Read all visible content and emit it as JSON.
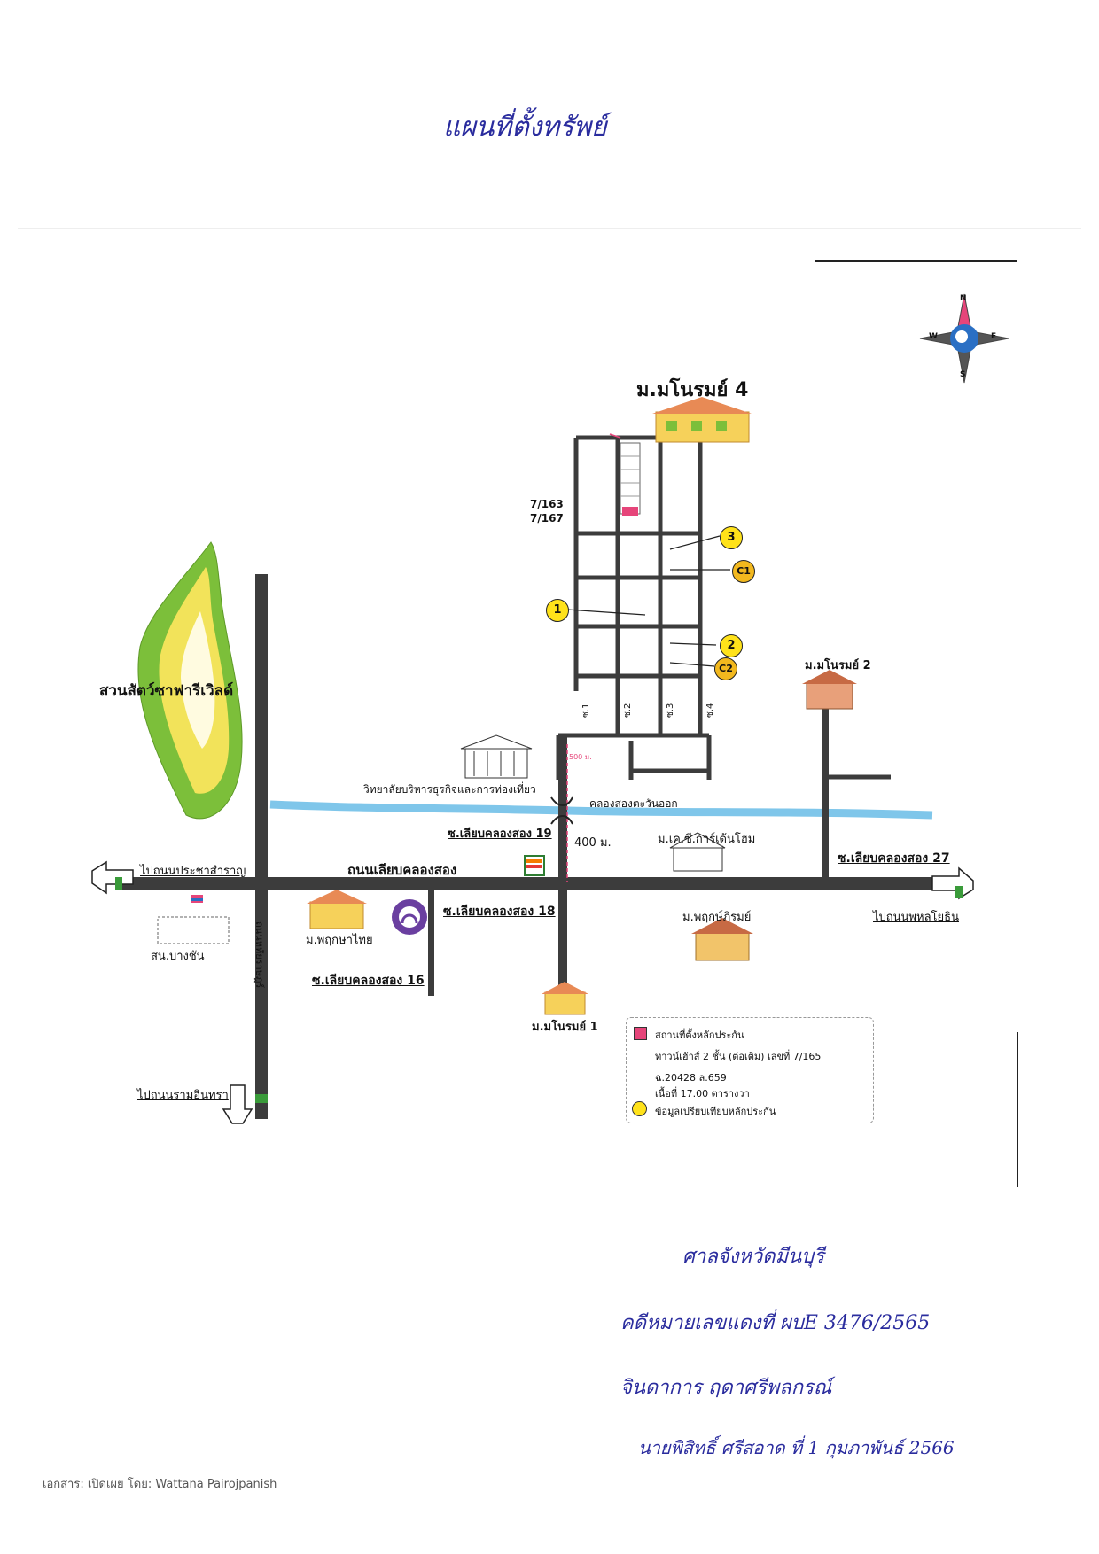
{
  "header": {
    "title": "แผนที่ตั้งทรัพย์"
  },
  "map": {
    "project_name": "ม.มโนรมย์ 4",
    "plot_numbers": [
      "7/163",
      "7/167"
    ],
    "park": "สวนสัตว์ซาฟารีเวิลด์",
    "college": "วิทยาลัยบริหารธุรกิจและการท่องเที่ยว",
    "canal": "คลองสองตะวันออก",
    "soi_19": "ซ.เลียบคลองสอง 19",
    "soi_18": "ซ.เลียบคลองสอง 18",
    "soi_16": "ซ.เลียบคลองสอง 16",
    "soi_27": "ซ.เลียบคลองสอง 27",
    "distance": "400 ม.",
    "main_road": "ถนนเลียบคลองสอง",
    "to_west": "ไปถนนประชาสำราญ",
    "to_east": "ไปถนนพหลโยธิน",
    "to_south": "ไปถนนรามอินทรา",
    "vertical_road": "ถนนหทัยราษฎร์",
    "village_1": "ม.มโนรมย์ 1",
    "village_2": "ม.มโนรมย์ 2",
    "village_ks": "ม.เค.ซี.การ์เด้นโฮม",
    "village_pk": "ม.พฤกษ์ภิรมย์",
    "village_ph": "ม.พฤกษาไทย",
    "office": "สน.บางชัน",
    "small_note": "500 ม.",
    "soi_labels": [
      "ซ.1",
      "ซ.2",
      "ซ.3",
      "ซ.4"
    ],
    "markers": [
      "1",
      "2",
      "3",
      "C1",
      "C2"
    ],
    "compass_letters": [
      "N",
      "E",
      "S",
      "W"
    ]
  },
  "legend": {
    "item1": "สถานที่ตั้งหลักประกัน",
    "item2": "ทาวน์เฮ้าส์ 2 ชั้น (ต่อเติม) เลขที่ 7/165",
    "item3": "ฉ.20428 ล.659",
    "item4": "เนื้อที่ 17.00 ตารางวา",
    "item5": "ข้อมูลเปรียบเทียบหลักประกัน"
  },
  "notes": {
    "line1": "ศาลจังหวัดมีนบุรี",
    "line2": "คดีหมายเลขแดงที่ ผบE 3476/2565",
    "line3": "จินดาการ ฤดาศรีพลกรณ์",
    "line4": "นายพิสิทธิ์ ศรีสอาด ที่ 1 กุมภาพันธ์ 2566"
  },
  "footer": {
    "text": "เอกสาร: เปิดเผย โดย: Wattana Pairojpanish"
  },
  "colors": {
    "road": "#3c3c3c",
    "canal": "#7fc6ea",
    "park_outer": "#7cbf3a",
    "park_mid": "#f2e35a",
    "marker": "#ffe21a",
    "ink": "#2a2c9e"
  }
}
